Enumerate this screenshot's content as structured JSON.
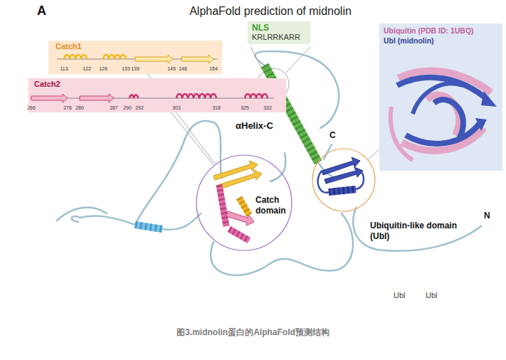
{
  "diagram": {
    "title": "AlphaFold prediction of midnolin",
    "caption": "图3.midnolin蛋白的AlphaFold预测结构",
    "nodes": [
      {
        "text": [
          "Catch1"
        ]
      },
      {
        "text": [
          "Catch2"
        ]
      },
      {
        "text": [
          "NLS",
          "KRLRRKARR"
        ]
      },
      {
        "text": [
          "Ubiquitin (PDB ID: 1UBQ)",
          "Ubl (midnolin)"
        ]
      },
      {
        "text": [
          "Catch domain"
        ]
      },
      {
        "text": [
          "Ubiquitin-like domain (Ubl)"
        ]
      }
    ],
    "edges": [
      {
        "from": 4,
        "to": 0,
        "arrow": "none"
      },
      {
        "from": 4,
        "to": 1,
        "arrow": "none"
      },
      {
        "from": 5,
        "to": 3,
        "arrow": "none"
      }
    ],
    "labels": [
      "A",
      "αHelix-C",
      "C",
      "N",
      "Ubl",
      "Ubl",
      "113",
      "122",
      "126",
      "133",
      "139",
      "145",
      "148",
      "154",
      "266",
      "276",
      "280",
      "287",
      "290",
      "292",
      "303",
      "318",
      "325",
      "332"
    ]
  }
}
